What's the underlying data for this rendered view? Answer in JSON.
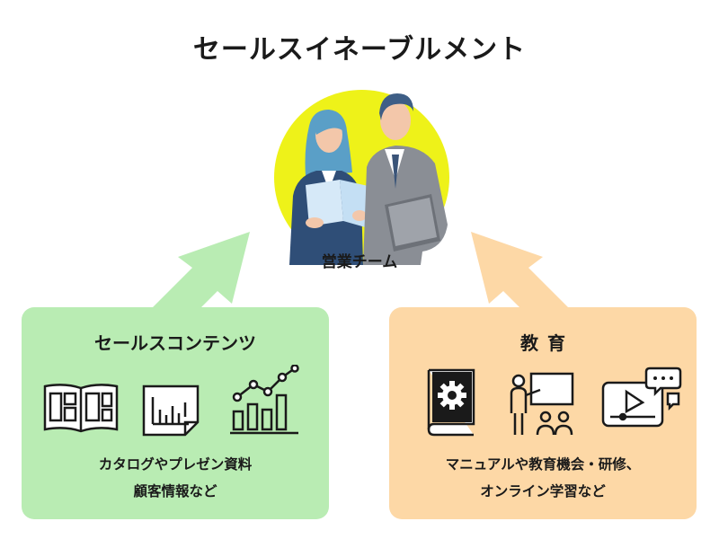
{
  "title": "セールスイネーブルメント",
  "team": {
    "label": "営業チーム"
  },
  "left_box": {
    "title": "セールスコンテンツ",
    "lines": [
      "カタログやプレゼン資料",
      "顧客情報など"
    ],
    "icons": [
      "catalog-book-icon",
      "document-chart-icon",
      "line-bar-chart-icon"
    ],
    "color": "#b9ecb3"
  },
  "right_box": {
    "title": "教育",
    "lines": [
      "マニュアルや教育機会・研修、",
      "オンライン学習など"
    ],
    "icons": [
      "manual-gear-icon",
      "presenter-whiteboard-icon",
      "video-chat-icon"
    ],
    "color": "#fdd8a6"
  },
  "colors": {
    "team_circle": "#eef219",
    "left_arrow": "#b9ecb3",
    "right_arrow": "#fdd8a6"
  }
}
